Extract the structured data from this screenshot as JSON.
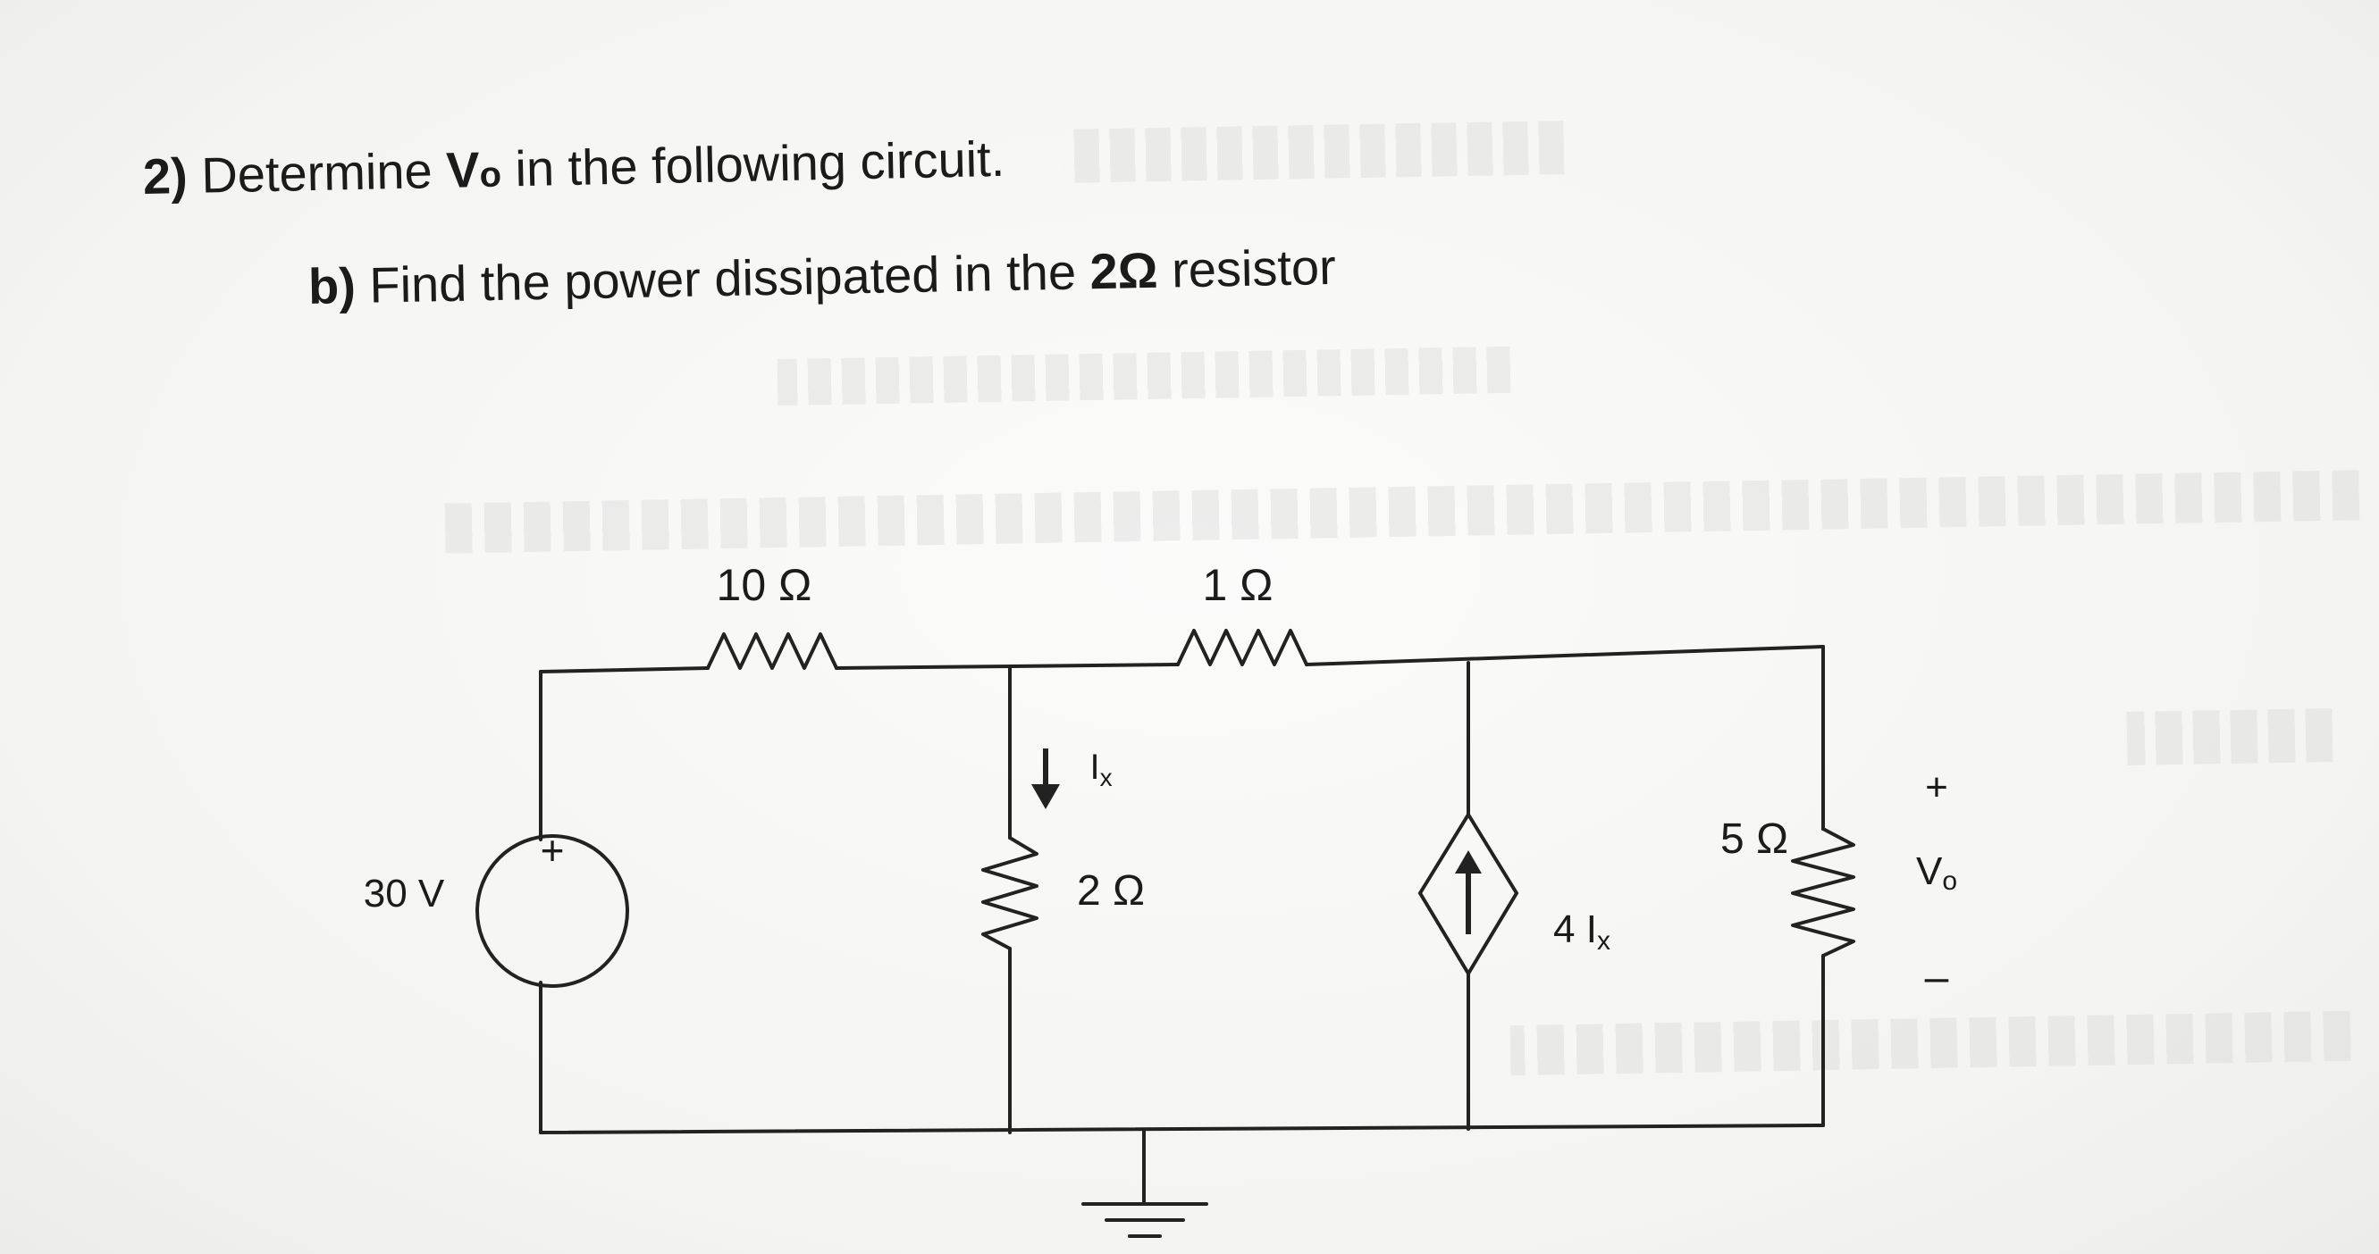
{
  "question": {
    "number": "2)",
    "text_before": "Determine",
    "symbol": "V",
    "symbol_sub": "o",
    "text_after": " in the following circuit."
  },
  "subquestion": {
    "label": "b)",
    "text_before": " Find the power dissipated in the ",
    "value": "2Ω",
    "text_after": " resistor"
  },
  "circuit": {
    "source_label": "30 V",
    "source_plus": "+",
    "r_top_left": "10 Ω",
    "r_top_mid": "1 Ω",
    "ix_label": "I",
    "ix_sub": "x",
    "r_middle": "2 Ω",
    "dependent_source_label": "4 I",
    "dependent_source_sub": "x",
    "r_right": "5 Ω",
    "vo_plus": "+",
    "vo_label": "V",
    "vo_sub": "o",
    "vo_minus": "–"
  },
  "colors": {
    "ink": "#1b1b1b",
    "wire": "#222222",
    "bleed_through": "#c9c9c9"
  }
}
